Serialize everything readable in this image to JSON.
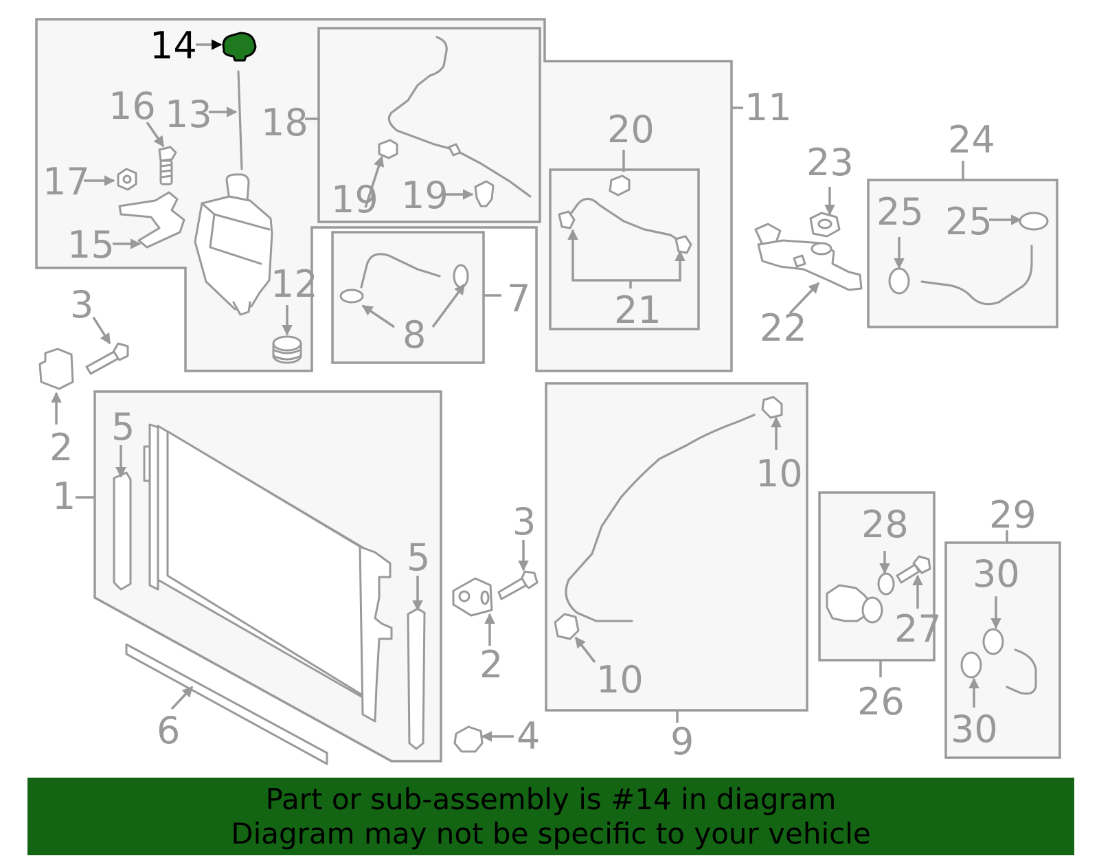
{
  "highlight": {
    "part_number": "14",
    "color": "#1f7a1f",
    "banner_color": "#136513"
  },
  "banner": {
    "line1": "Part or sub-assembly is #14 in diagram",
    "line2": "Diagram may not be specific to your vehicle"
  },
  "callouts": {
    "c1": "1",
    "c2a": "2",
    "c2b": "2",
    "c3a": "3",
    "c3b": "3",
    "c4": "4",
    "c5a": "5",
    "c5b": "5",
    "c6": "6",
    "c7": "7",
    "c8": "8",
    "c9": "9",
    "c10a": "10",
    "c10b": "10",
    "c11": "11",
    "c12": "12",
    "c13": "13",
    "c14": "14",
    "c15": "15",
    "c16": "16",
    "c17": "17",
    "c18": "18",
    "c19a": "19",
    "c19b": "19",
    "c20": "20",
    "c21": "21",
    "c22": "22",
    "c23": "23",
    "c24": "24",
    "c25a": "25",
    "c25b": "25",
    "c26": "26",
    "c27": "27",
    "c28": "28",
    "c29": "29",
    "c30a": "30",
    "c30b": "30"
  },
  "icons": {
    "arrowhead": "arrowhead-icon"
  }
}
